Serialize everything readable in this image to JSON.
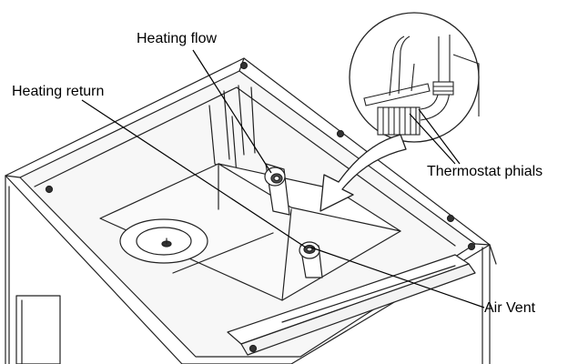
{
  "labels": {
    "heating_flow": "Heating flow",
    "heating_return": "Heating return",
    "thermostat_phials": "Thermostat phials",
    "air_vent": "Air Vent"
  }
}
